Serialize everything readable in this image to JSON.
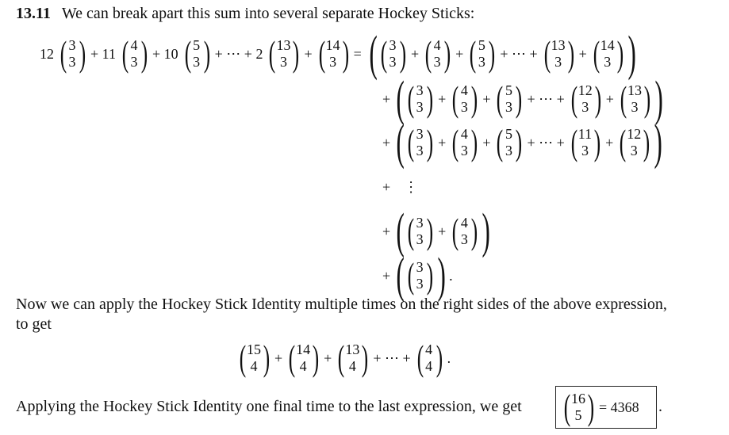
{
  "problem_number": "13.11",
  "intro": "We can break apart this sum into several separate Hockey Sticks:",
  "rows": [
    {
      "id": "lhs",
      "tokens": [
        {
          "t": "12"
        },
        {
          "n": "3",
          "k": "3"
        },
        {
          "t": "+ 11"
        },
        {
          "n": "4",
          "k": "3"
        },
        {
          "t": "+ 10"
        },
        {
          "n": "5",
          "k": "3"
        },
        {
          "t": "+ ⋯ + 2"
        },
        {
          "n": "13",
          "k": "3"
        },
        {
          "t": "+"
        },
        {
          "n": "14",
          "k": "3"
        },
        {
          "t": "="
        }
      ]
    },
    {
      "id": "rhs-1",
      "tokens": [
        {
          "big": "("
        },
        {
          "n": "3",
          "k": "3"
        },
        {
          "t": "+"
        },
        {
          "n": "4",
          "k": "3"
        },
        {
          "t": "+"
        },
        {
          "n": "5",
          "k": "3"
        },
        {
          "t": "+ ⋯ +"
        },
        {
          "n": "13",
          "k": "3"
        },
        {
          "t": "+"
        },
        {
          "n": "14",
          "k": "3"
        },
        {
          "big": ")"
        }
      ]
    },
    {
      "id": "rhs-2",
      "tokens": [
        {
          "t": "+"
        },
        {
          "big": "("
        },
        {
          "n": "3",
          "k": "3"
        },
        {
          "t": "+"
        },
        {
          "n": "4",
          "k": "3"
        },
        {
          "t": "+"
        },
        {
          "n": "5",
          "k": "3"
        },
        {
          "t": "+ ⋯ +"
        },
        {
          "n": "12",
          "k": "3"
        },
        {
          "t": "+"
        },
        {
          "n": "13",
          "k": "3"
        },
        {
          "big": ")"
        }
      ]
    },
    {
      "id": "rhs-3",
      "tokens": [
        {
          "t": "+"
        },
        {
          "big": "("
        },
        {
          "n": "3",
          "k": "3"
        },
        {
          "t": "+"
        },
        {
          "n": "4",
          "k": "3"
        },
        {
          "t": "+"
        },
        {
          "n": "5",
          "k": "3"
        },
        {
          "t": "+ ⋯ +"
        },
        {
          "n": "11",
          "k": "3"
        },
        {
          "t": "+"
        },
        {
          "n": "12",
          "k": "3"
        },
        {
          "big": ")"
        }
      ]
    },
    {
      "id": "rhs-vdots",
      "tokens": [
        {
          "t": "+"
        },
        {
          "t": "  ⋮"
        }
      ]
    },
    {
      "id": "rhs-5",
      "tokens": [
        {
          "t": "+"
        },
        {
          "big": "("
        },
        {
          "n": "3",
          "k": "3"
        },
        {
          "t": "+"
        },
        {
          "n": "4",
          "k": "3"
        },
        {
          "big": ")"
        }
      ]
    },
    {
      "id": "rhs-6",
      "tokens": [
        {
          "t": "+"
        },
        {
          "big": "("
        },
        {
          "n": "3",
          "k": "3"
        },
        {
          "big": ")"
        },
        {
          "t": "."
        }
      ]
    },
    {
      "id": "hockey-sum",
      "tokens": [
        {
          "n": "15",
          "k": "4"
        },
        {
          "t": "+"
        },
        {
          "n": "14",
          "k": "4"
        },
        {
          "t": "+"
        },
        {
          "n": "13",
          "k": "4"
        },
        {
          "t": "+ ⋯ +"
        },
        {
          "n": "4",
          "k": "4"
        },
        {
          "t": "."
        }
      ]
    },
    {
      "id": "answer",
      "tokens": [
        {
          "n": "16",
          "k": "5"
        },
        {
          "t": "= 4368"
        }
      ]
    }
  ],
  "para1": "Now we can apply the Hockey Stick Identity multiple times on the right sides of the above expression,",
  "para1b": "to get",
  "para2": "Applying the Hockey Stick Identity one final time to the last expression, we get",
  "para2_end": "."
}
